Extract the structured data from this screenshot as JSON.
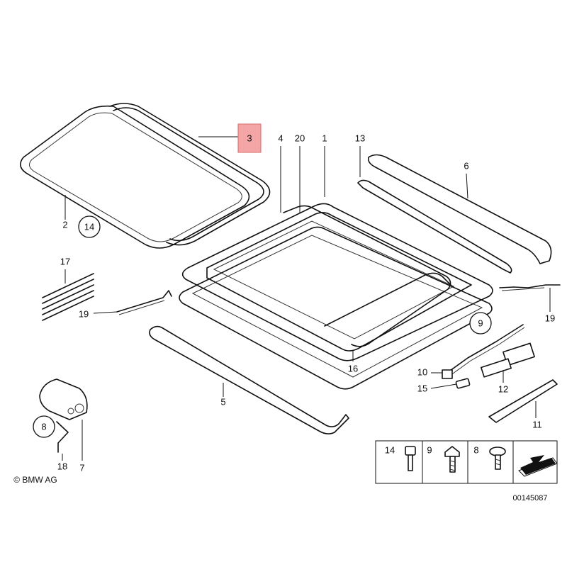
{
  "callouts": {
    "c1": "1",
    "c2": "2",
    "c3": "3",
    "c4": "4",
    "c5": "5",
    "c6": "6",
    "c7": "7",
    "c8": "8",
    "c9": "9",
    "c10": "10",
    "c11": "11",
    "c12": "12",
    "c13": "13",
    "c14": "14",
    "c15": "15",
    "c16": "16",
    "c17": "17",
    "c18": "18",
    "c19a": "19",
    "c19b": "19",
    "c20": "20"
  },
  "legend": {
    "l14": "14",
    "l9": "9",
    "l8": "8"
  },
  "copyright": "© BMW AG",
  "diagram_number": "00145087",
  "colors": {
    "highlight": "#f4a6a6",
    "highlight_border": "#d76b6b",
    "line": "#111111"
  }
}
